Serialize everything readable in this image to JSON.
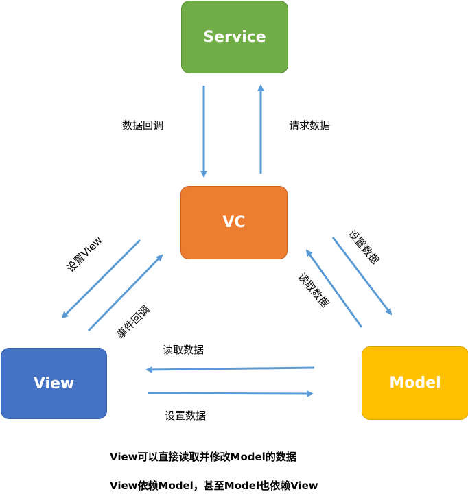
{
  "nodes": {
    "service": "Service",
    "vc": "VC",
    "view": "View",
    "model": "Model"
  },
  "edges": {
    "service_to_vc": "数据回调",
    "vc_to_service": "请求数据",
    "vc_to_view": "设置View",
    "view_to_vc": "事件回调",
    "vc_to_model": "设置数据",
    "model_to_vc": "读取数据",
    "model_to_view": "读取数据",
    "view_to_model": "设置数据"
  },
  "notes": [
    "View可以直接读取并修改Model的数据",
    "View依赖Model，甚至Model也依赖View"
  ],
  "colors": {
    "service": "#70AD47",
    "vc": "#ED7D31",
    "view": "#4472C4",
    "model": "#FFC000",
    "arrow": "#5B9BD5"
  }
}
